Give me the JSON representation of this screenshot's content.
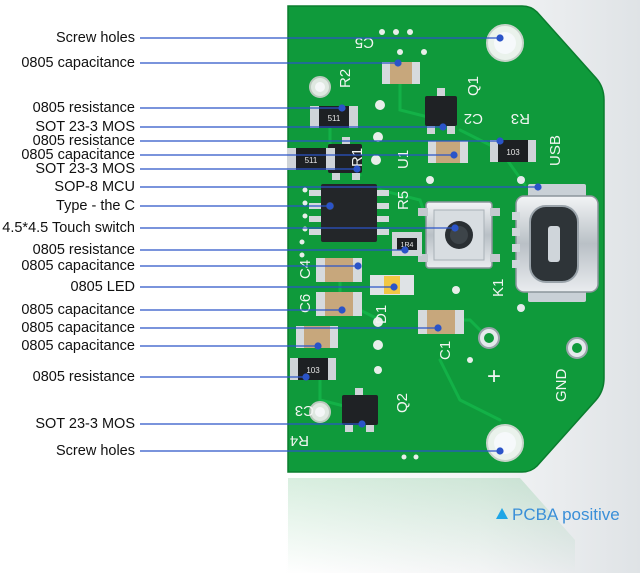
{
  "labels": [
    "Screw holes",
    "0805 capacitance",
    "0805 resistance",
    "SOT 23-3 MOS",
    "0805 resistance",
    "0805 capacitance",
    "SOT 23-3 MOS",
    "SOP-8 MCU",
    "Type - the C",
    "4.5*4.5 Touch switch",
    "0805 resistance",
    "0805 capacitance",
    "0805 LED",
    "0805 capacitance",
    "0805 capacitance",
    "0805 capacitance",
    "0805 resistance",
    "SOT 23-3 MOS",
    "Screw holes"
  ],
  "silkscreen": {
    "c5": "C5",
    "r2": "R2",
    "q1": "Q1",
    "c2": "C2",
    "r3": "R3",
    "r1": "R1",
    "u1": "U1",
    "r5": "R5",
    "usb": "USB",
    "c4": "C4",
    "k1": "K1",
    "c6": "C6",
    "d1": "D1",
    "c1": "C1",
    "plus": "+",
    "gnd": "GND",
    "c3": "C3",
    "q2": "Q2",
    "r4": "R4",
    "res511a": "511",
    "res511b": "511",
    "res103a": "103",
    "res103b": "103",
    "res1r4": "1R4"
  },
  "caption": "PCBA positive",
  "colors": {
    "board": "#0f9a3b",
    "leader": "#2b54c8",
    "caption": "#3a8fd8"
  }
}
